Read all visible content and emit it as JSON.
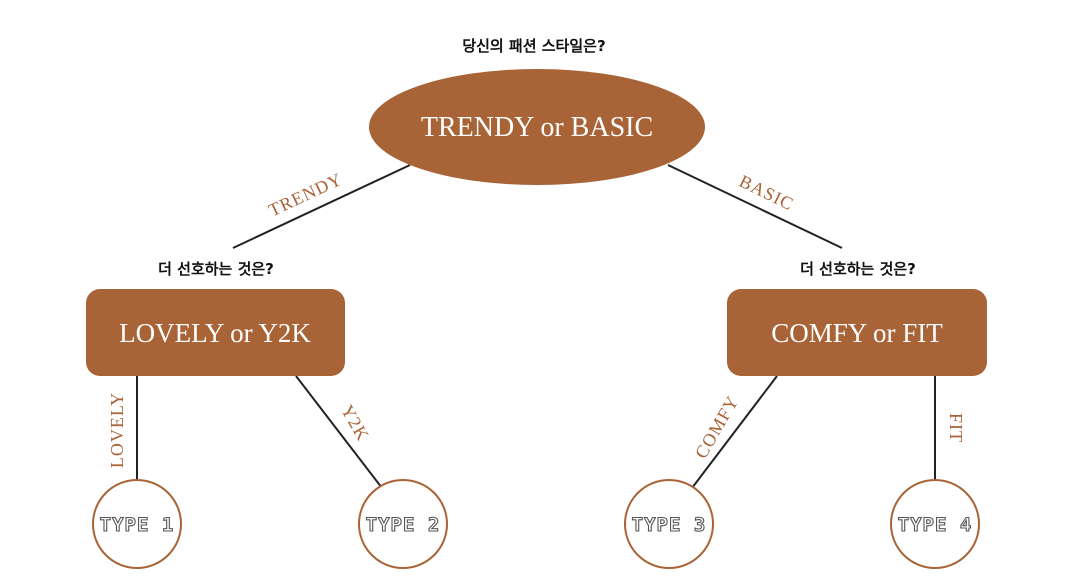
{
  "colors": {
    "brown": "#A86336",
    "line": "#222222",
    "white": "#ffffff",
    "question_text": "#111111"
  },
  "root": {
    "question": "당신의 패션 스타일은?",
    "label": "TRENDY or BASIC"
  },
  "edges_top": {
    "left": "TRENDY",
    "right": "BASIC"
  },
  "left_node": {
    "question": "더 선호하는 것은?",
    "label": "LOVELY or Y2K",
    "edge_left": "LOVELY",
    "edge_right": "Y2K"
  },
  "right_node": {
    "question": "더 선호하는 것은?",
    "label": "COMFY or FIT",
    "edge_left": "COMFY",
    "edge_right": "FIT"
  },
  "types": [
    "TYPE 1",
    "TYPE 2",
    "TYPE 3",
    "TYPE 4"
  ]
}
